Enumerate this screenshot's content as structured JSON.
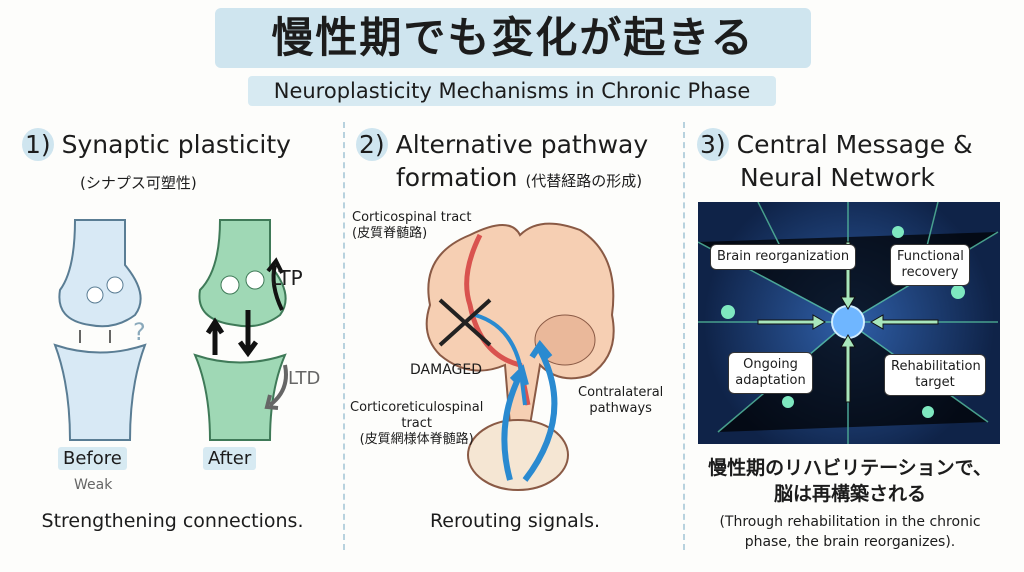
{
  "title": "慢性期でも変化が起きる",
  "subtitle": "Neuroplasticity Mechanisms in Chronic Phase",
  "col1": {
    "number": "1)",
    "heading": "Synaptic plasticity",
    "subheading": "(シナプス可塑性)",
    "before_label": "Before",
    "weak_label": "Weak",
    "after_label": "After",
    "ltp_label": "LTP",
    "ltd_label": "LTD",
    "question_mark": "?",
    "caption": "Strengthening connections."
  },
  "col2": {
    "number": "2)",
    "heading_line1": "Alternative pathway",
    "heading_line2": "formation",
    "heading_jp": "(代替経路の形成)",
    "corticospinal": "Corticospinal tract",
    "corticospinal_jp": "(皮質脊髄路)",
    "damaged": "DAMAGED",
    "corticoreticulo": "Corticoreticulospinal",
    "corticoreticulo2": "tract",
    "corticoreticulo_jp": "(皮質網様体脊髄路)",
    "contralateral": "Contralateral",
    "contralateral2": "pathways",
    "caption": "Rerouting signals."
  },
  "col3": {
    "number": "3)",
    "heading_line1": "Central Message &",
    "heading_line2": "Neural Network",
    "boxes": [
      "Brain reorganization",
      "Functional recovery",
      "Ongoing adaptation",
      "Rehabilitation target"
    ],
    "jp_line1": "慢性期のリハビリテーションで、",
    "jp_line2": "脳は再構築される",
    "en_line1": "(Through rehabilitation in the chronic",
    "en_line2": "phase, the brain reorganizes)."
  }
}
